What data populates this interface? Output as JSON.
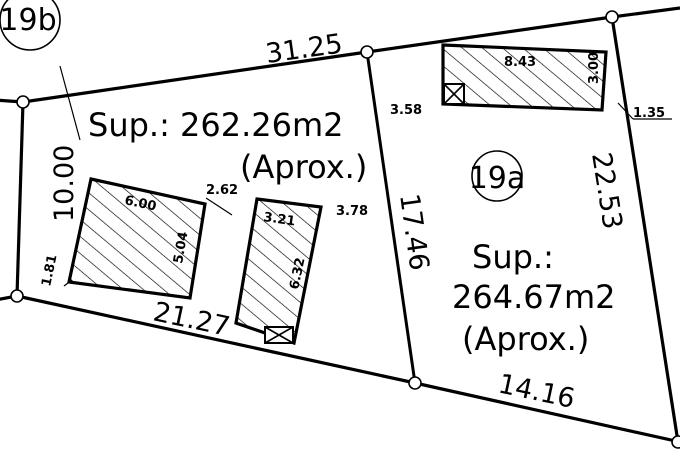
{
  "lots": {
    "lot_b": {
      "tag": "19b",
      "area_line1": "Sup.: 262.26m2",
      "area_line2": "(Aprox.)"
    },
    "lot_a": {
      "tag": "19a",
      "area_line1": "Sup.:",
      "area_line2": "264.67m2",
      "area_line3": "(Aprox.)"
    }
  },
  "boundaries": {
    "top_left": "31.25",
    "left": "10.00",
    "bottom_left": "21.27",
    "divider": "17.46",
    "bottom_right": "14.16",
    "right": "22.53"
  },
  "buildings": {
    "left_house": {
      "width": "6.00",
      "depth": "5.04"
    },
    "middle_house": {
      "width": "3.21",
      "depth": "6.32"
    },
    "right_house": {
      "width": "8.43",
      "depth": "3.00"
    }
  },
  "offsets": {
    "left_side": "1.81",
    "between_houses": "2.62",
    "middle_to_divider": "3.78",
    "divider_to_right_house": "3.58",
    "right_house_to_edge": "1.35"
  }
}
